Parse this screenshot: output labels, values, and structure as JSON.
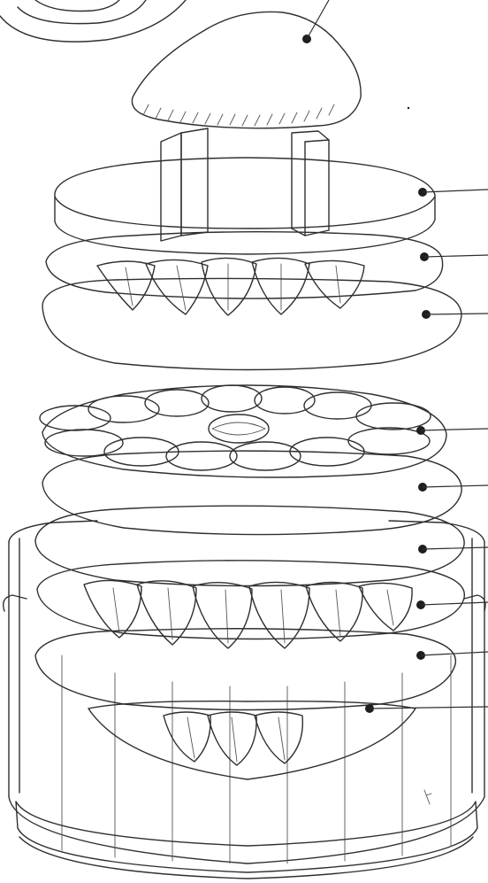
{
  "figure": {
    "kind": "exploded layer illustration",
    "colors": {
      "ink": "#2f2f2f",
      "paper": "#ffffff",
      "dot": "#1e1e1e"
    },
    "layers": [
      {
        "id": "stone"
      },
      {
        "id": "lid"
      },
      {
        "id": "leaf-layer-1"
      },
      {
        "id": "rice-layer-1"
      },
      {
        "id": "leaf-rosette"
      },
      {
        "id": "rice-layer-2"
      },
      {
        "id": "diced-filling"
      },
      {
        "id": "leaf-layer-2"
      },
      {
        "id": "rice-layer-3"
      },
      {
        "id": "bottom-leaf-layer"
      },
      {
        "id": "wooden-tub"
      }
    ]
  }
}
